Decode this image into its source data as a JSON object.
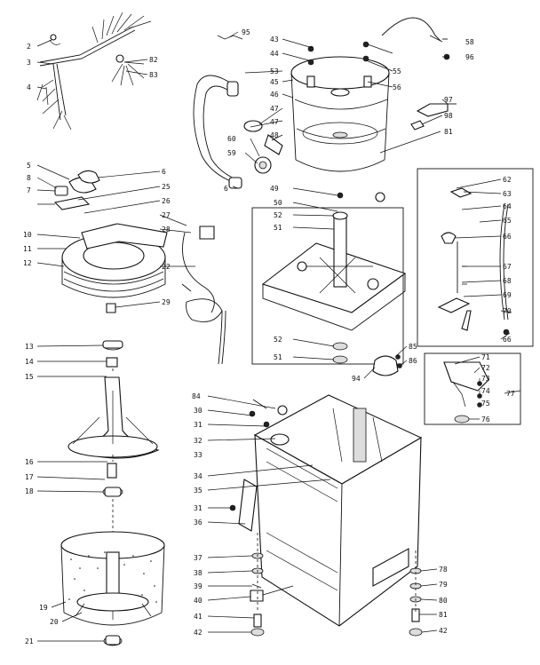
{
  "diagram": {
    "callouts": [
      "2",
      "3",
      "4",
      "5",
      "6",
      "7",
      "8",
      "10",
      "11",
      "12",
      "13",
      "14",
      "15",
      "16",
      "17",
      "18",
      "19",
      "20",
      "21",
      "22",
      "25",
      "26",
      "27",
      "28",
      "29",
      "30",
      "31",
      "32",
      "33",
      "34",
      "35",
      "36",
      "37",
      "38",
      "39",
      "40",
      "41",
      "42",
      "43",
      "44",
      "45",
      "46",
      "47",
      "48",
      "49",
      "50",
      "51",
      "52",
      "53",
      "55",
      "56",
      "58",
      "59",
      "60",
      "62",
      "63",
      "64",
      "65",
      "66",
      "67",
      "68",
      "69",
      "70",
      "71",
      "72",
      "73",
      "74",
      "75",
      "76",
      "77",
      "78",
      "79",
      "80",
      "81",
      "82",
      "83",
      "84",
      "85",
      "86",
      "94",
      "95",
      "96",
      "97",
      "98"
    ]
  }
}
